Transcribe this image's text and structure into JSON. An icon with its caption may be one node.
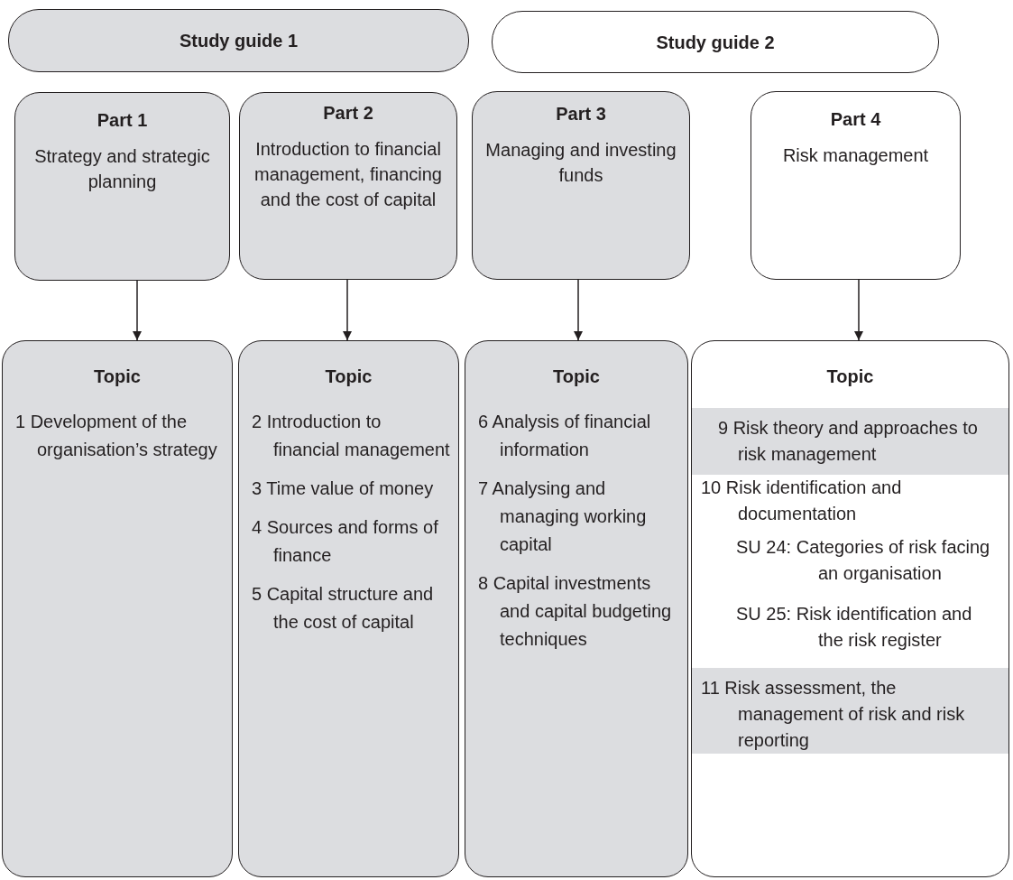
{
  "diagram": {
    "nodes": [
      {
        "text": [
          "Study guide 1"
        ]
      },
      {
        "text": [
          "Study guide 2"
        ]
      },
      {
        "text": [
          "Part 1",
          "Strategy and strategic planning"
        ]
      },
      {
        "text": [
          "Part 2",
          "Introduction to financial management, financing and the cost of capital"
        ]
      },
      {
        "text": [
          "Part 3",
          "Managing and investing funds"
        ]
      },
      {
        "text": [
          "Part 4",
          "Risk management"
        ]
      },
      {
        "text": [
          "Topic",
          "1 Development of the organisation’s strategy"
        ]
      },
      {
        "text": [
          "Topic",
          "2 Introduction to financial management",
          "3 Time value of money",
          "4 Sources and forms of finance",
          "5 Capital structure and the cost of capital"
        ]
      },
      {
        "text": [
          "Topic",
          "6 Analysis of financial information",
          "7 Analysing and managing working capital",
          "8 Capital investments and capital budgeting techniques"
        ]
      },
      {
        "text": [
          "Topic",
          "10 Risk identification and documentation",
          "SU 24: Categories of risk facing an organisation",
          "SU 25: Risk identification and the risk register"
        ]
      },
      {
        "text": [
          "9 Risk theory and approaches to risk management"
        ],
        "in": 9
      },
      {
        "text": [
          "11 Risk assessment, the management of risk and risk reporting"
        ],
        "in": 9
      }
    ],
    "edges": [
      {
        "from": 2,
        "to": 6,
        "arrow": "to"
      },
      {
        "from": 3,
        "to": 7,
        "arrow": "to"
      },
      {
        "from": 4,
        "to": 8,
        "arrow": "to"
      },
      {
        "from": 5,
        "to": 9,
        "arrow": "to"
      }
    ]
  }
}
